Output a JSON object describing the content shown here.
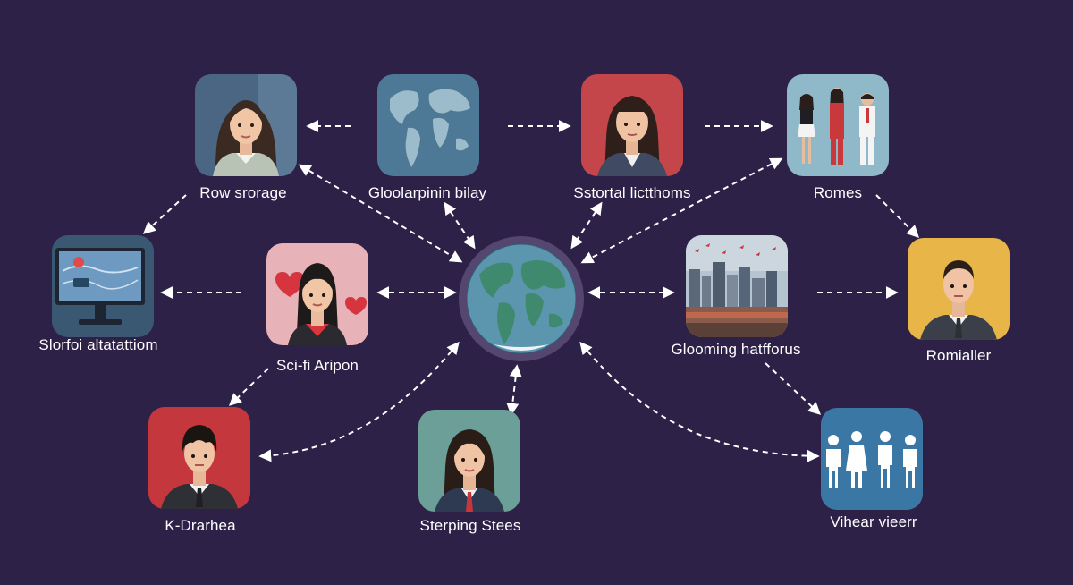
{
  "diagram": {
    "nodes": [
      {
        "id": "row-storage",
        "label": "Row srorage",
        "icon": "woman-portrait-icon"
      },
      {
        "id": "global-map",
        "label": "Gloolarpinin bilay",
        "icon": "world-map-icon"
      },
      {
        "id": "sstortal",
        "label": "Sstortal lictthoms",
        "icon": "woman-portrait-icon"
      },
      {
        "id": "romes",
        "label": "Romes",
        "icon": "group-people-icon"
      },
      {
        "id": "slorfor",
        "label": "Slorfoi altatattiom",
        "icon": "monitor-icon"
      },
      {
        "id": "sci-fi",
        "label": "Sci-fi Aripon",
        "icon": "woman-hearts-icon"
      },
      {
        "id": "glooming",
        "label": "Glooming hatfforus",
        "icon": "city-skyline-icon"
      },
      {
        "id": "romialler",
        "label": "Romialler",
        "icon": "man-portrait-icon"
      },
      {
        "id": "k-drama",
        "label": "K-Drarhea",
        "icon": "man-portrait-icon"
      },
      {
        "id": "sterping",
        "label": "Sterping Stees",
        "icon": "woman-portrait-icon"
      },
      {
        "id": "vihear",
        "label": "Vihear vieerr",
        "icon": "people-silhouettes-icon"
      }
    ],
    "center": {
      "icon": "globe-icon"
    },
    "colors": {
      "background": "#2d2148",
      "arrow": "#ffffff",
      "globe_ring": "#55466f",
      "ocean": "#5b95ae",
      "land": "#3f8a6e"
    }
  }
}
